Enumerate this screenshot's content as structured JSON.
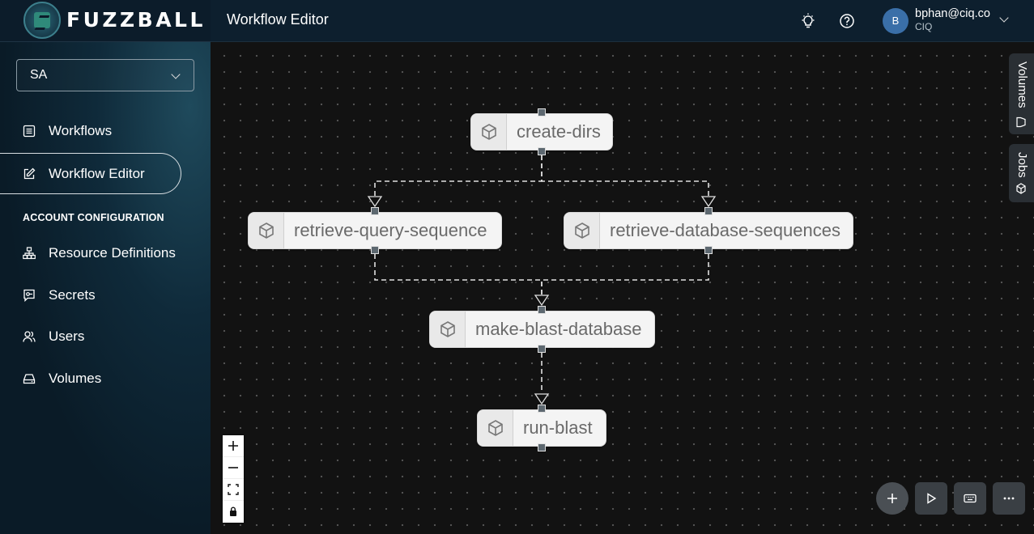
{
  "brand": {
    "name": "FUZZBALL"
  },
  "sidebar": {
    "org": "SA",
    "items": [
      {
        "label": "Workflows",
        "icon": "list-icon"
      },
      {
        "label": "Workflow Editor",
        "icon": "edit-icon"
      }
    ],
    "section_header": "ACCOUNT CONFIGURATION",
    "config_items": [
      {
        "label": "Resource Definitions",
        "icon": "hierarchy-icon"
      },
      {
        "label": "Secrets",
        "icon": "secret-icon"
      },
      {
        "label": "Users",
        "icon": "users-icon"
      },
      {
        "label": "Volumes",
        "icon": "drive-icon"
      }
    ]
  },
  "header": {
    "title": "Workflow Editor",
    "user": {
      "initial": "B",
      "email": "bphan@ciq.co",
      "org": "CIQ"
    }
  },
  "workflow": {
    "nodes": [
      {
        "id": "create-dirs",
        "label": "create-dirs"
      },
      {
        "id": "retrieve-query-sequence",
        "label": "retrieve-query-sequence"
      },
      {
        "id": "retrieve-database-sequences",
        "label": "retrieve-database-sequences"
      },
      {
        "id": "make-blast-database",
        "label": "make-blast-database"
      },
      {
        "id": "run-blast",
        "label": "run-blast"
      }
    ]
  },
  "side_tabs": {
    "volumes": "Volumes",
    "jobs": "Jobs"
  }
}
